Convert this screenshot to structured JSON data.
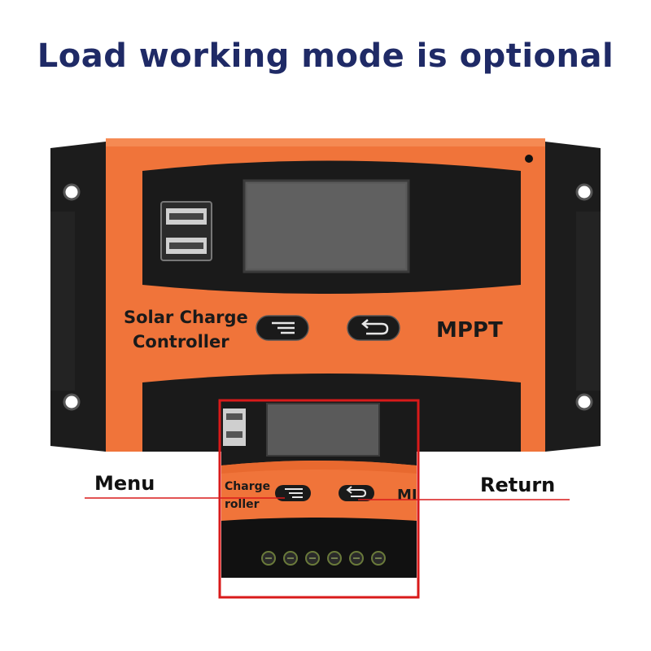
{
  "headline": "Load working mode is optional",
  "device": {
    "brand_line1": "Solar Charge",
    "brand_line2": "Controller",
    "model": "MPPT",
    "body_color": "#f0743a",
    "frame_color": "#1a1a1a",
    "screen_color": "#5a5a5a"
  },
  "callouts": {
    "menu_label": "Menu",
    "return_label": "Return",
    "zoom_text_line1": "Charge",
    "zoom_text_line2": "roller",
    "zoom_model_fragment": "MI",
    "highlight_color": "#d91a1a"
  },
  "icons": {
    "menu_button": "menu-lines-icon",
    "return_button": "return-arrow-icon",
    "usb_ports": "usb-port-icon",
    "terminals": "screw-terminal-icon"
  }
}
